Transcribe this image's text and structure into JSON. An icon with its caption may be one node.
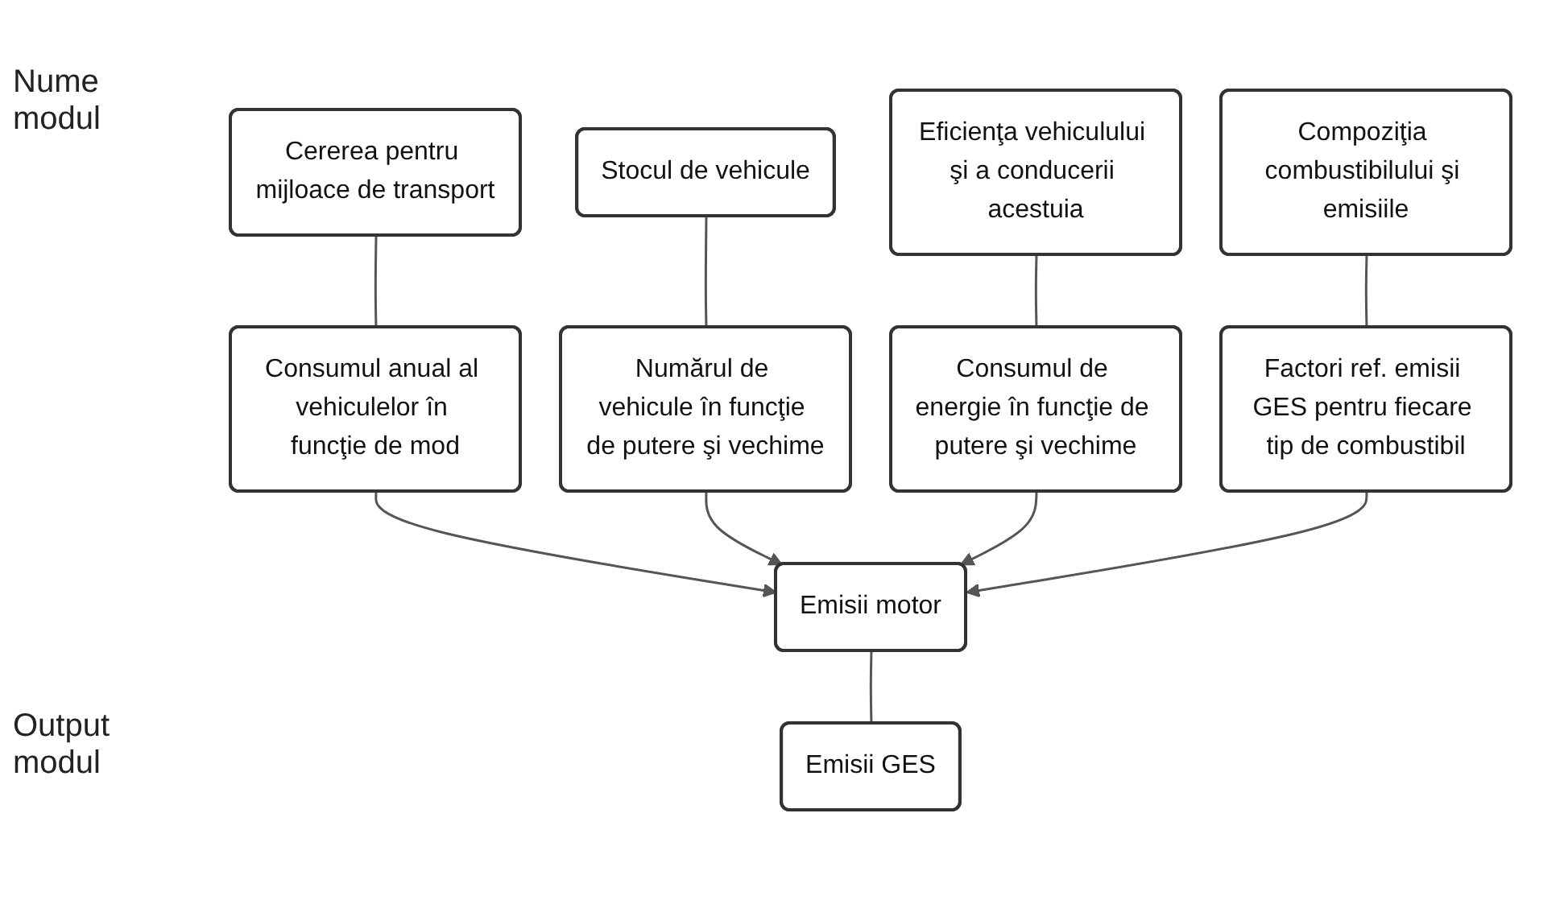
{
  "diagram": {
    "nodes": [
      {
        "text": [
          "Cererea pentru mijloace de transport"
        ]
      },
      {
        "text": [
          "Stocul de vehicule"
        ]
      },
      {
        "text": [
          "Eficienţa vehiculului şi a conducerii acestuia"
        ]
      },
      {
        "text": [
          "Compoziţia combustibilului şi emisiile"
        ]
      },
      {
        "text": [
          "Consumul anual al vehiculelor în funcţie de mod"
        ]
      },
      {
        "text": [
          "Numărul de vehicule în funcţie de putere şi vechime"
        ]
      },
      {
        "text": [
          "Consumul de energie în funcţie de putere şi vechime"
        ]
      },
      {
        "text": [
          "Factori ref. emisii GES pentru fiecare tip de combustibil"
        ]
      },
      {
        "text": [
          "Emisii motor"
        ]
      },
      {
        "text": [
          "Emisii GES"
        ]
      }
    ],
    "edges": [
      {
        "from": 0,
        "to": 4,
        "arrow": "none"
      },
      {
        "from": 1,
        "to": 5,
        "arrow": "none"
      },
      {
        "from": 2,
        "to": 6,
        "arrow": "none"
      },
      {
        "from": 3,
        "to": 7,
        "arrow": "none"
      },
      {
        "from": 4,
        "to": 8,
        "arrow": "to"
      },
      {
        "from": 5,
        "to": 8,
        "arrow": "to"
      },
      {
        "from": 6,
        "to": 8,
        "arrow": "to"
      },
      {
        "from": 7,
        "to": 8,
        "arrow": "to"
      },
      {
        "from": 8,
        "to": 9,
        "arrow": "none"
      }
    ],
    "labels": [
      "Nume modul",
      "Output modul"
    ]
  }
}
